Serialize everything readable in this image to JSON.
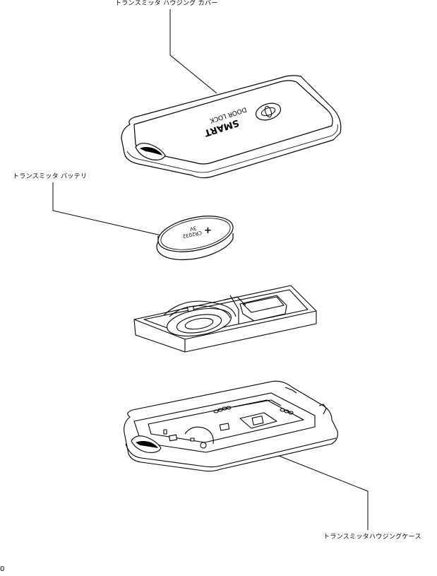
{
  "labels": {
    "cover": "トランスミッタ ハウジング カバー",
    "battery": "トランスミッタ バッテリ",
    "case": "トランスミッタハウジングケース"
  },
  "cover_print": {
    "line1": "SMART",
    "line2": "DOOR LOCK"
  },
  "battery_print": {
    "plus": "+",
    "model": "CR2032",
    "voltage": "3V"
  },
  "figure_id": "0"
}
